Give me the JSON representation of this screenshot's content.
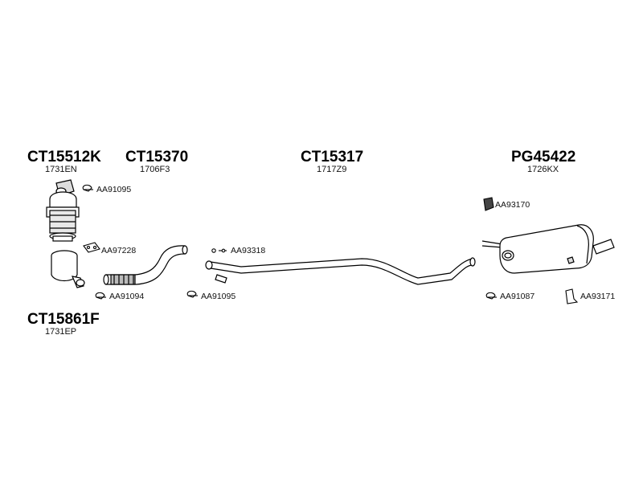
{
  "parts": {
    "catalyst_top": {
      "code": "CT15512K",
      "ref": "1731EN"
    },
    "front_pipe": {
      "code": "CT15370",
      "ref": "1706F3"
    },
    "middle_pipe": {
      "code": "CT15317",
      "ref": "1717Z9"
    },
    "rear_silencer": {
      "code": "PG45422",
      "ref": "1726KX"
    },
    "catalyst_bottom": {
      "code": "CT15861F",
      "ref": "1731EP"
    }
  },
  "accessories": {
    "clamp_top": "AA91095",
    "gasket": "AA97228",
    "clamp_low_left": "AA91094",
    "clamp_low_mid": "AA91095",
    "bolt_set": "AA93318",
    "rubber_mount": "AA93170",
    "clamp_rear": "AA91087",
    "bracket_rear": "AA93171"
  },
  "colors": {
    "line": "#000000",
    "fill": "#ffffff",
    "shade": "#9a9a9a"
  }
}
